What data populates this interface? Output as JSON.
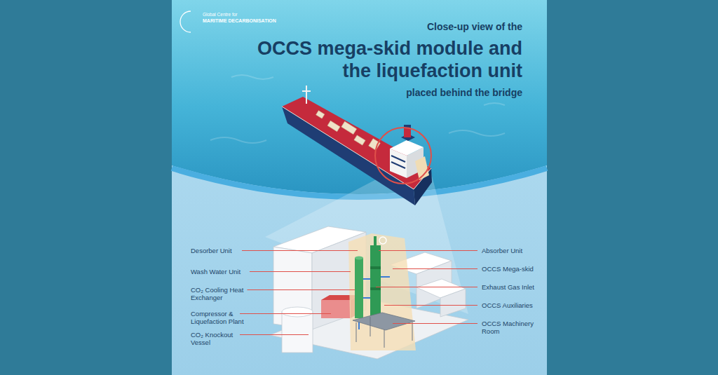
{
  "diagram": {
    "title": "OCCS mega-skid module and the liquefaction unit",
    "labels": [
      "Global Centre for",
      "MARITIME DECARBONISATION",
      "Close-up view of the",
      "placed behind the bridge",
      "Desorber Unit",
      "Wash Water Unit",
      "CO₂ Cooling Heat Exchanger",
      "Compressor & Liquefaction Plant",
      "CO₂ Knockout Vessel",
      "Absorber Unit",
      "OCCS Mega-skid",
      "Exhaust Gas Inlet",
      "OCCS Auxiliaries",
      "OCCS Machinery Room"
    ]
  }
}
